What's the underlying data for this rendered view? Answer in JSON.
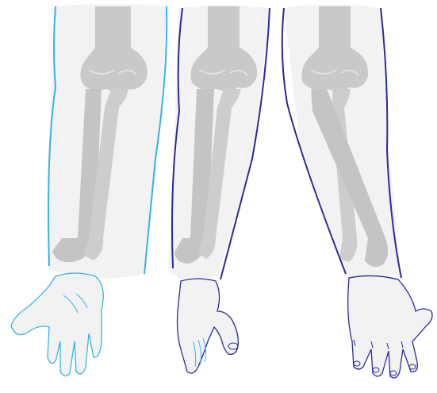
{
  "colors": {
    "background": "#ffffff",
    "skin": "#f2f2f3",
    "bone": "#c9c9cb",
    "bone_dark": "#bdbdbf",
    "outline_supination": "#35b3e6",
    "outline_midprone": "#2a2a9a",
    "outline_pronation": "#2a2a9a",
    "bone_line": "#e8e8ea"
  },
  "arms": [
    {
      "id": "supination",
      "icon": "supinated-forearm-icon"
    },
    {
      "id": "mid-prone",
      "icon": "midprone-forearm-icon"
    },
    {
      "id": "pronation",
      "icon": "pronated-forearm-icon"
    }
  ]
}
